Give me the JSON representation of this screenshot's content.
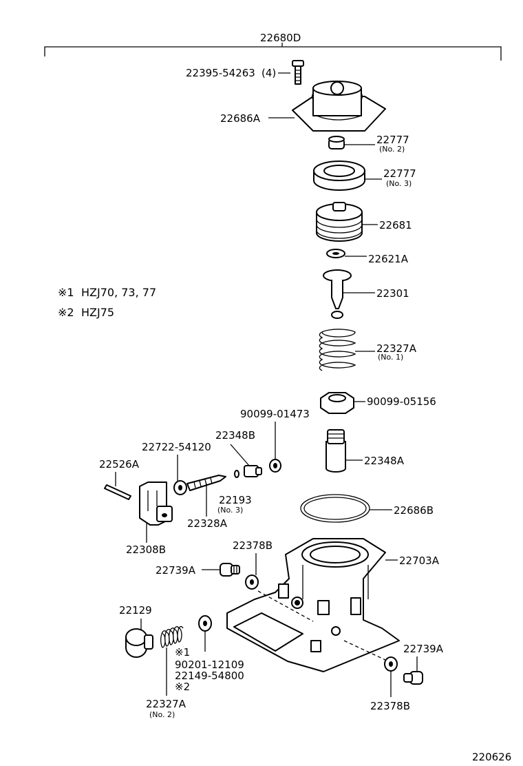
{
  "assembly_label": "22680D",
  "drawing_number": "220626",
  "legend": [
    {
      "mark": "※1",
      "text": "HZJ70, 73, 77"
    },
    {
      "mark": "※2",
      "text": "HZJ75"
    }
  ],
  "parts": {
    "screw": {
      "number": "22395-54263",
      "qty": "(4)"
    },
    "cover": {
      "number": "22686A"
    },
    "stopper_no2": {
      "number": "22777",
      "note": "(No. 2)"
    },
    "stopper_no3": {
      "number": "22777",
      "note": "(No. 3)"
    },
    "piston": {
      "number": "22681"
    },
    "ring_22621A": {
      "number": "22621A"
    },
    "valve": {
      "number": "22301"
    },
    "spring_no1": {
      "number": "22327A",
      "note": "(No. 1)"
    },
    "nut": {
      "number": "90099-05156"
    },
    "sleeve": {
      "number": "22348A"
    },
    "washer_01473": {
      "number": "90099-01473"
    },
    "bolt_22348B": {
      "number": "22348B"
    },
    "washer_54120": {
      "number": "22722-54120"
    },
    "pin_22526A": {
      "number": "22526A"
    },
    "oring_22193": {
      "number": "22193",
      "note": "(No. 3)"
    },
    "needle_22328A": {
      "number": "22328A"
    },
    "bracket_22308B": {
      "number": "22308B"
    },
    "oring_22686B": {
      "number": "22686B"
    },
    "gasket_top": {
      "number": "22378B"
    },
    "housing": {
      "number": "22703A"
    },
    "plug_left": {
      "number": "22739A"
    },
    "cap_22129": {
      "number": "22129"
    },
    "alt_mark_1": {
      "mark": "※1"
    },
    "alt_part_1": {
      "number": "90201-12109"
    },
    "alt_part_2": {
      "number": "22149-54800"
    },
    "alt_mark_2": {
      "mark": "※2"
    },
    "spring_no2": {
      "number": "22327A",
      "note": "(No. 2)"
    },
    "plug_right": {
      "number": "22739A"
    },
    "gasket_bottom": {
      "number": "22378B"
    }
  }
}
